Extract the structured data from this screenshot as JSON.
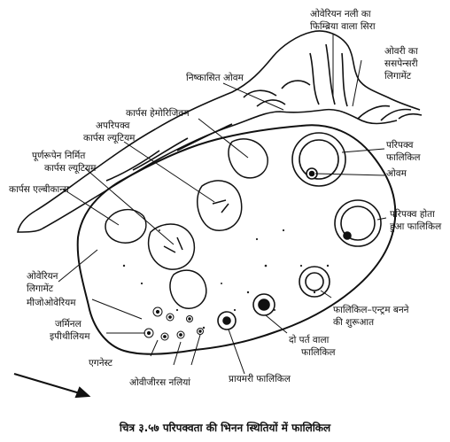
{
  "labels": {
    "fimbria_line1": "ओवेरियन नली का",
    "fimbria_line2": "फिम्ब्रिया वाला सिरा",
    "suspensory_line1": "ओवरी का",
    "suspensory_line2": "ससपेन्सरी",
    "suspensory_line3": "लिगामेंट",
    "ovulated_ovum": "निष्कासित ओवम",
    "corpus_hemorrhagicum": "कार्पस हेमोरिजिक्म",
    "immature_cl_line1": "अपरिपक्व",
    "immature_cl_line2": "कार्पस ल्यूटियम",
    "mature_cl_line1": "पूर्णरूपेन निर्मित",
    "mature_cl_line2": "कार्पस ल्यूटियम",
    "corpus_albicans": "कार्पस एल्बीकान्स",
    "mature_follicle_line1": "परिपक्व",
    "mature_follicle_line2": "फालिकिल",
    "ovum": "ओवम",
    "maturing_follicle_line1": "परिपक्व होता",
    "maturing_follicle_line2": "हुआ फालिकिल",
    "ovarian_ligament_line1": "ओवेरियन",
    "ovarian_ligament_line2": "लिगामेंट",
    "mesovarium": "मीजोओवेरियम",
    "germinal_epi_line1": "जर्मिनल",
    "germinal_epi_line2": "इपीथीलियम",
    "antrum_line1": "फालिकिल–एन्ट्रम बनने",
    "antrum_line2": "की शुरूआत",
    "two_layer_line1": "दो पर्त वाला",
    "two_layer_line2": "फालिकिल",
    "egg_nest": "एगनेस्ट",
    "primary_follicle": "प्रायमरी फालिकिल",
    "ovigerous_tubules": "ओवीजीरस नलियां"
  },
  "caption": "चित्र ३.५७ परिपक्वता की भिनन स्थितियों में फालिकिल"
}
